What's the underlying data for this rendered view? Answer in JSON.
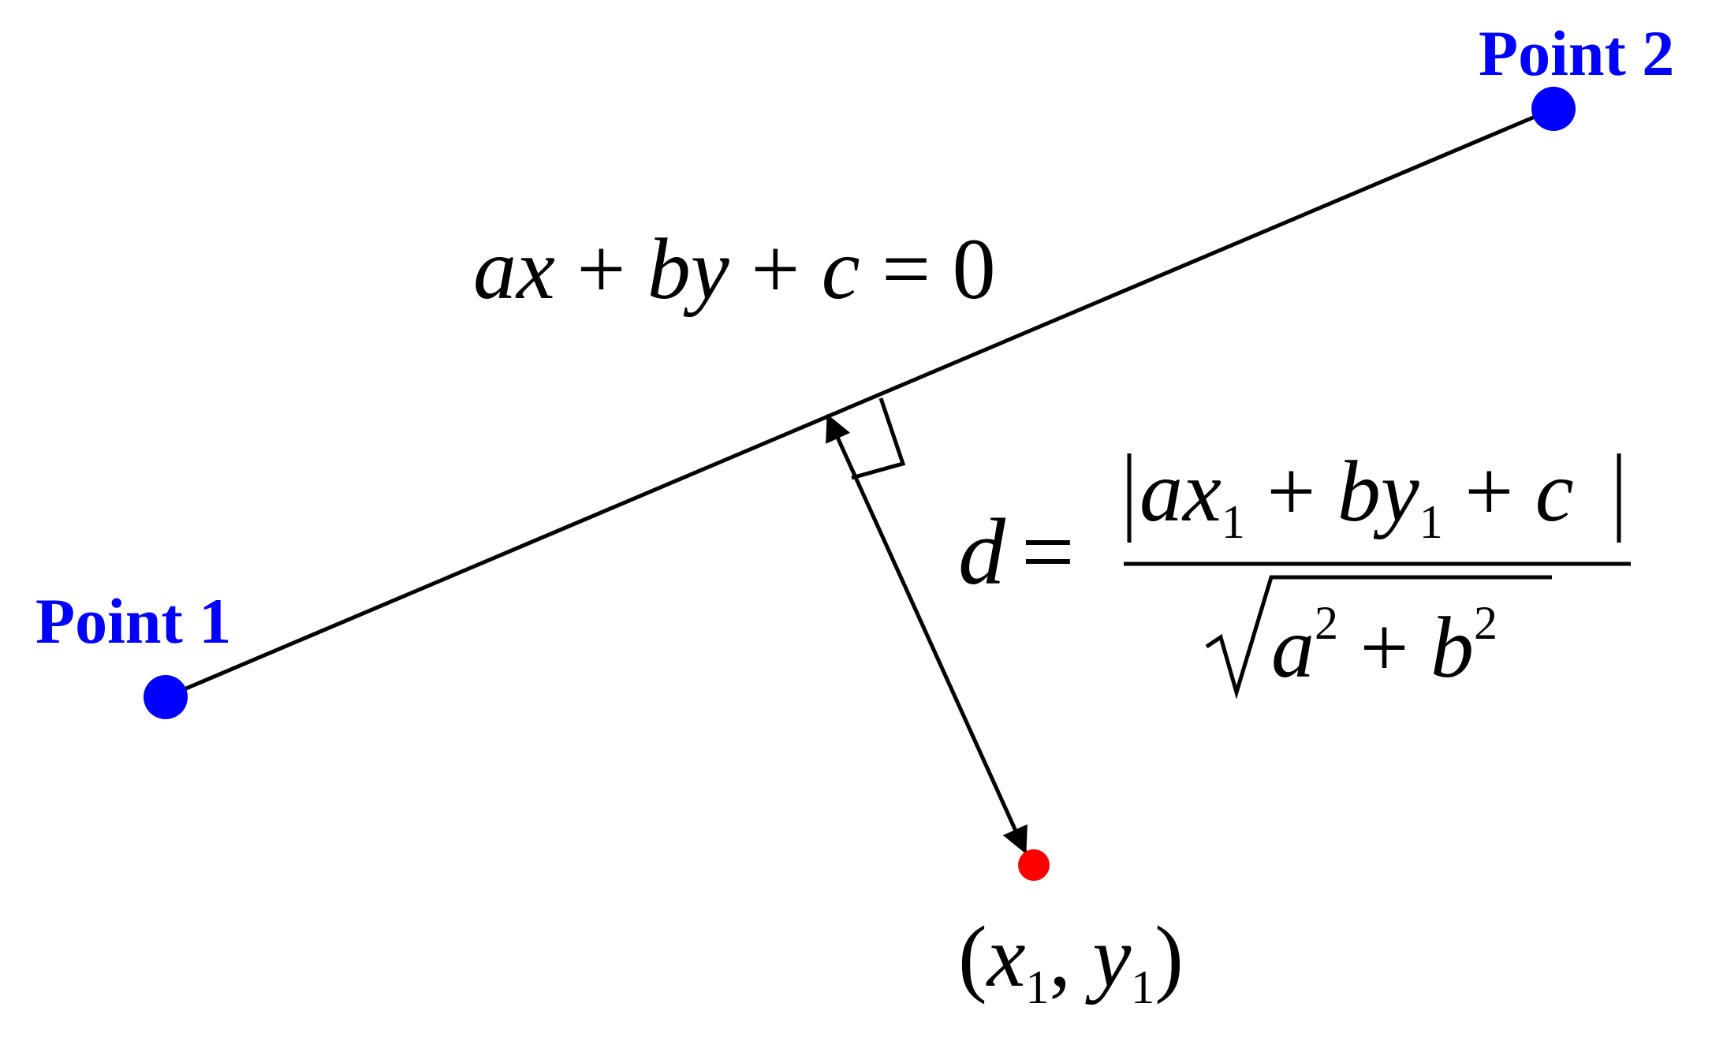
{
  "point1": {
    "label": "Point 1",
    "color": "#0000ff"
  },
  "point2": {
    "label": "Point 2",
    "color": "#0000ff"
  },
  "target_point": {
    "color": "#ff0000"
  },
  "line_equation": {
    "a": "a",
    "x": "x",
    "plus1": " + ",
    "b": "b",
    "y": "y",
    "plus2": " + ",
    "c": "c",
    "equals": " = ",
    "zero": "0"
  },
  "distance_formula": {
    "d": "d",
    "equals": "=",
    "numerator": {
      "a": "a",
      "x": "x",
      "x_sub": "1",
      "plus1": " + ",
      "b": "b",
      "y": "y",
      "y_sub": "1",
      "plus2": " + ",
      "c": "c"
    },
    "denominator": {
      "a": "a",
      "a_sup": "2",
      "plus": " + ",
      "b": "b",
      "b_sup": "2"
    }
  },
  "point_coordinates": {
    "open": "(",
    "x": "x",
    "x_sub": "1",
    "comma": ", ",
    "y": "y",
    "y_sub": "1",
    "close": ")"
  }
}
